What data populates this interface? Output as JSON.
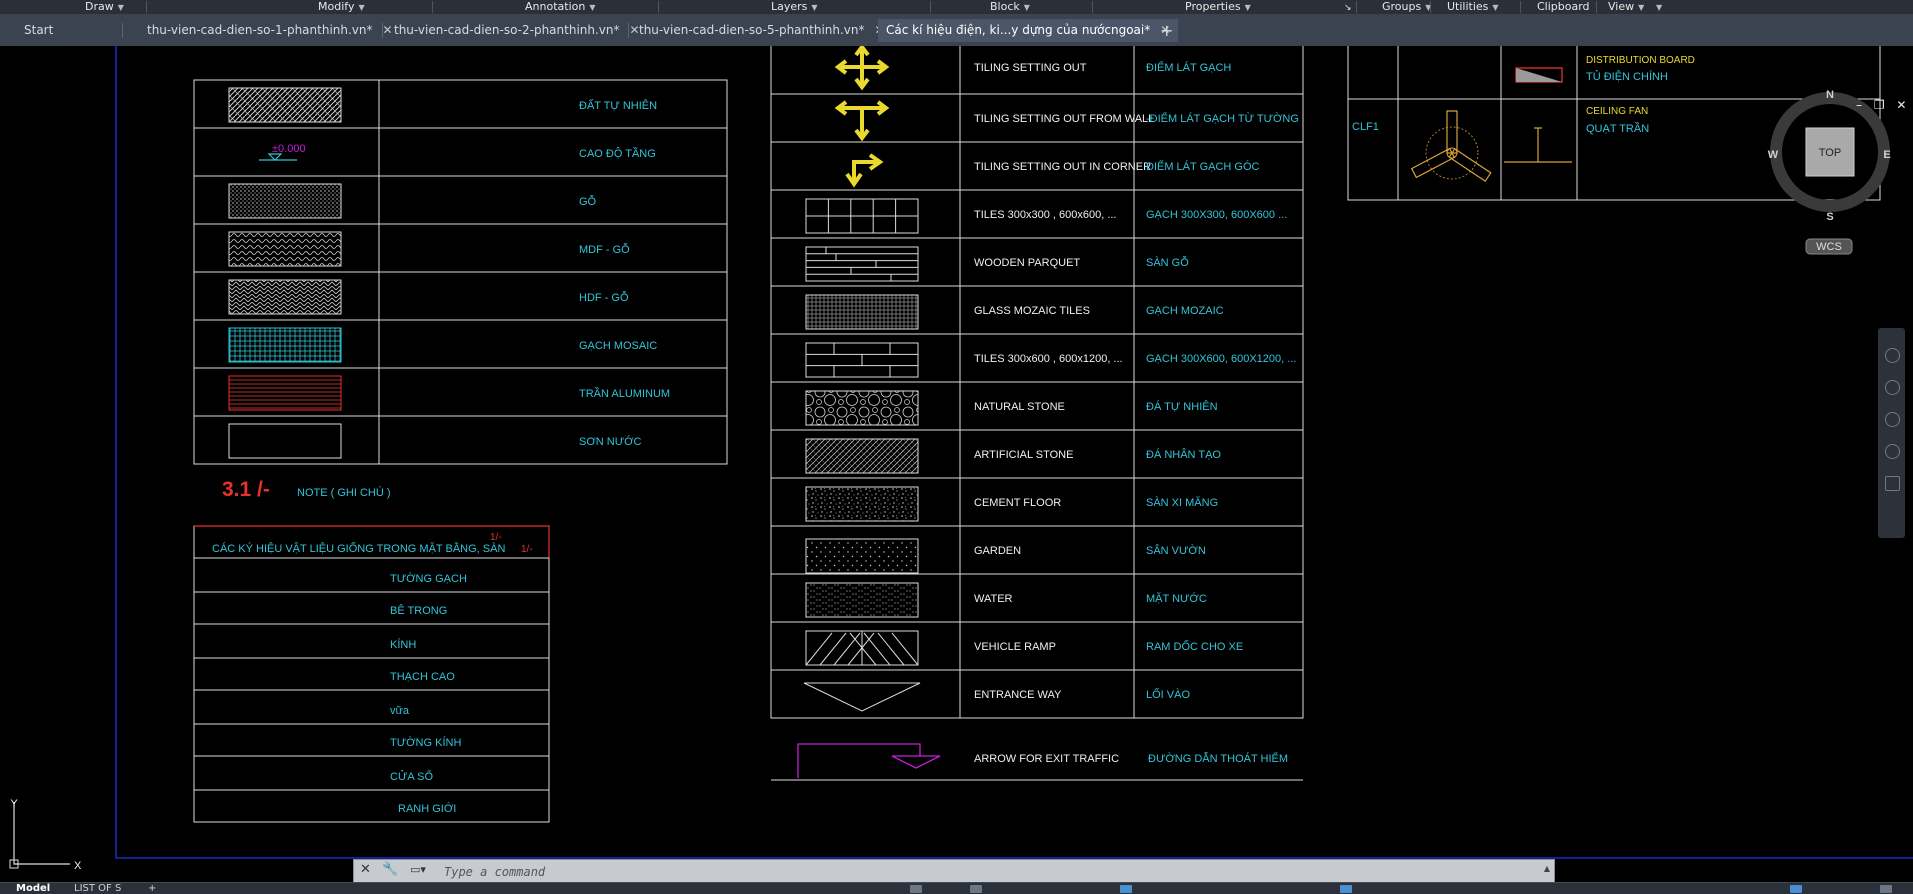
{
  "ribbon": {
    "panels": [
      "Draw",
      "Modify",
      "Annotation",
      "Layers",
      "Block",
      "Properties",
      "Groups",
      "Utilities",
      "Clipboard",
      "View"
    ]
  },
  "tabs": {
    "start": "Start",
    "docs": [
      "thu-vien-cad-dien-so-1-phanthinh.vn*",
      "thu-vien-cad-dien-so-2-phanthinh.vn*",
      "thu-vien-cad-dien-so-5-phanthinh.vn*",
      "Các kí hiệu điện, ki...y dựng của nướcngoai*"
    ],
    "close": "✕",
    "add": "+"
  },
  "left_table": {
    "rows": [
      {
        "label": "ĐẤT TỰ NHIÊN",
        "pattern": "earth"
      },
      {
        "label": "CAO ĐỘ TẦNG",
        "pattern": "level"
      },
      {
        "label": "GỖ",
        "pattern": "wood"
      },
      {
        "label": "MDF - GỖ",
        "pattern": "mdf"
      },
      {
        "label": "HDF - GỖ",
        "pattern": "hdf"
      },
      {
        "label": "GẠCH MOSAIC",
        "pattern": "mosaic"
      },
      {
        "label": "TRẦN ALUMINUM",
        "pattern": "aluminum"
      },
      {
        "label": "SƠN NƯỚC",
        "pattern": "paint"
      }
    ],
    "level_text": "±0.000"
  },
  "note": {
    "number": "3.1 /-",
    "title": "NOTE ( GHI CHÚ )"
  },
  "notes_table": {
    "header": "CÁC KÝ HIỆU VẬT LIỆU GIỐNG TRONG MẶT BẰNG, SÀN",
    "marker": "1/-",
    "items": [
      "TƯỜNG GẠCH",
      "BÊ TRONG",
      "KÍNH",
      "THẠCH CAO",
      "vữa",
      "TƯỜNG KÍNH",
      "CỬA SỔ",
      "RANH GIỚI"
    ]
  },
  "mid_table": {
    "rows": [
      {
        "en": "TILING SETTING OUT",
        "vi": "ĐIỂM LÁT GẠCH",
        "sym": "cross4"
      },
      {
        "en": "TILING SETTING OUT FROM WALL",
        "vi": "-ĐIỂM LÁT GẠCH TỪ TƯỜNG",
        "sym": "cross3"
      },
      {
        "en": "TILING SETTING OUT IN CORNER",
        "vi": "ĐIỂM LÁT GẠCH GÓC",
        "sym": "corner"
      },
      {
        "en": "TILES 300x300 ,  600x600,  ...",
        "vi": "GẠCH 300X300, 600X600 ...",
        "sym": "tiles"
      },
      {
        "en": "WOODEN PARQUET",
        "vi": "SÀN GỖ",
        "sym": "parquet"
      },
      {
        "en": "GLASS MOZAIC TILES",
        "vi": "GẠCH MOZAIC",
        "sym": "mozaic"
      },
      {
        "en": "TILES 300x600 ,  600x1200, ...",
        "vi": "GẠCH 300X600, 600X1200, ...",
        "sym": "brick"
      },
      {
        "en": "NATURAL  STONE",
        "vi": "ĐÁ TỰ NHIÊN",
        "sym": "stone"
      },
      {
        "en": "ARTIFICIAL  STONE",
        "vi": "ĐÁ NHÂN TẠO",
        "sym": "artstone"
      },
      {
        "en": "CEMENT FLOOR",
        "vi": "SÀN XI MĂNG",
        "sym": "cement"
      },
      {
        "en": "GARDEN",
        "vi": "SÂN VƯỜN",
        "sym": "garden"
      },
      {
        "en": "WATER",
        "vi": "MẶT NƯỚC",
        "sym": "water"
      },
      {
        "en": "VEHICLE RAMP",
        "vi": "RAM DỐC CHO XE",
        "sym": "ramp"
      },
      {
        "en": "ENTRANCE WAY",
        "vi": "LỐI VÀO",
        "sym": "entrance"
      }
    ],
    "exit": {
      "en": "ARROW FOR EXIT TRAFFIC",
      "vi": "ĐƯỜNG DẪN THOÁT HIỂM"
    }
  },
  "right_table": {
    "rows": [
      {
        "code": "",
        "en": "DISTRIBUTION BOARD",
        "vi": "TỦ ĐIỆN CHÍNH"
      },
      {
        "code": "CLF1",
        "en": "CEILING FAN",
        "vi": "QUẠT TRẦN"
      }
    ]
  },
  "viewcube": {
    "n": "N",
    "s": "S",
    "e": "E",
    "w": "W",
    "top": "TOP",
    "wcs": "WCS"
  },
  "ucs": {
    "x": "X",
    "y": "Y"
  },
  "command": {
    "placeholder": "Type a command",
    "close": "✕",
    "wrench": "🔧",
    "prompt": "▭▾",
    "expand": "▲"
  },
  "status": {
    "model": "Model",
    "layout": "LIST OF S",
    "add": "+"
  },
  "window": {
    "minimize": "–",
    "restore": "❐",
    "close": "✕"
  },
  "colors": {
    "cyan": "#31c5d9",
    "yellow": "#e9d92c",
    "red": "#e8312b",
    "magenta": "#c41fd6",
    "grid": "#dcdcdc",
    "drawing_border": "#1c2bc9"
  }
}
